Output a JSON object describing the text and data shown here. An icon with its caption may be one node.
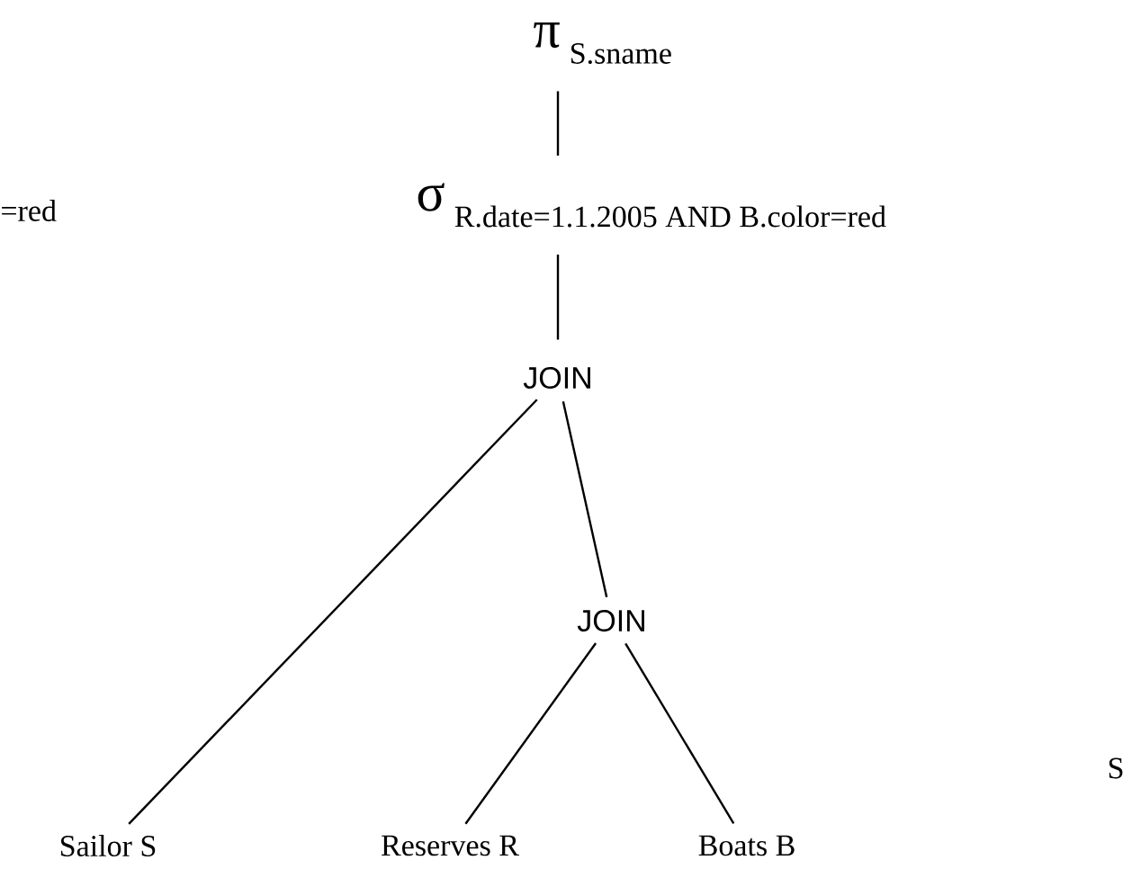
{
  "diagram": {
    "nodes": [
      {
        "text": [
          "π",
          "S.sname"
        ]
      },
      {
        "text": [
          "σ",
          "R.date=1.1.2005 AND B.color=red"
        ]
      },
      {
        "text": [
          "JOIN"
        ]
      },
      {
        "text": [
          "JOIN"
        ]
      },
      {
        "text": [
          "Sailor S"
        ]
      },
      {
        "text": [
          "Reserves R"
        ]
      },
      {
        "text": [
          "Boats B"
        ]
      }
    ],
    "edges": [
      {
        "from": 0,
        "to": 1,
        "arrow": "none"
      },
      {
        "from": 1,
        "to": 2,
        "arrow": "none"
      },
      {
        "from": 2,
        "to": 4,
        "arrow": "none"
      },
      {
        "from": 2,
        "to": 3,
        "arrow": "none"
      },
      {
        "from": 3,
        "to": 5,
        "arrow": "none"
      },
      {
        "from": 3,
        "to": 6,
        "arrow": "none"
      }
    ],
    "labels": [
      "=red",
      "S"
    ]
  }
}
